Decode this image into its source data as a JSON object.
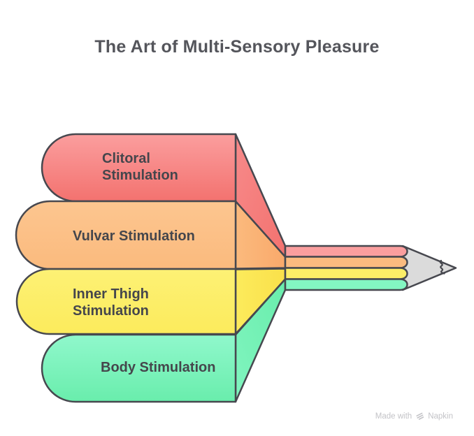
{
  "title": "The Art of Multi-Sensory Pleasure",
  "items": [
    {
      "label": "Clitoral Stimulation",
      "color_light": "#FB9E9E",
      "color": "#F78A8A",
      "color_dark": "#F3726F",
      "stripe": "#FA9E9E"
    },
    {
      "label": "Vulvar Stimulation",
      "color_light": "#FCC690",
      "color": "#FBBA7D",
      "color_dark": "#F9A96B",
      "stripe": "#FBBB7F"
    },
    {
      "label": "Inner Thigh Stimulation",
      "color_light": "#FDF175",
      "color": "#FCEB5C",
      "color_dark": "#FAE04A",
      "stripe": "#FCEE67"
    },
    {
      "label": "Body Stimulation",
      "color_light": "#90F8CC",
      "color": "#80F5BF",
      "color_dark": "#69EDAC",
      "stripe": "#83F6C2"
    }
  ],
  "pencil": {
    "tip_color": "#DBDBDB"
  },
  "outline_color": "#47484F",
  "text_colors": {
    "title": "#54555B",
    "label": "#45464C"
  },
  "watermark": {
    "prefix": "Made with",
    "brand": "Napkin",
    "color": "#C3C3C7"
  }
}
